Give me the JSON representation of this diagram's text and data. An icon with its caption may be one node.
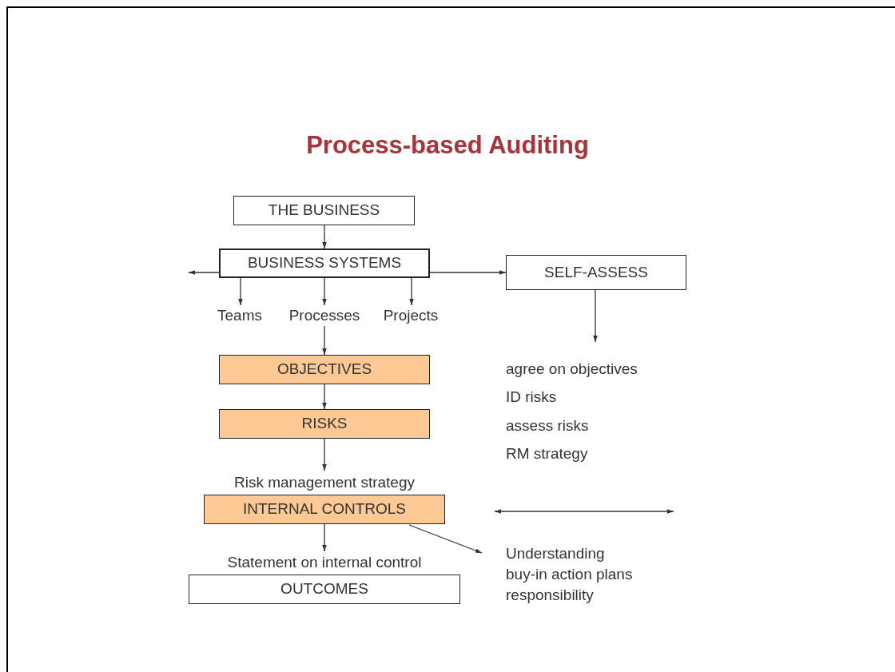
{
  "diagram": {
    "title": "Process-based Auditing",
    "nodes": [
      {
        "text": [
          "THE BUSINESS"
        ]
      },
      {
        "text": [
          "BUSINESS SYSTEMS"
        ]
      },
      {
        "text": [
          "SELF-ASSESS"
        ]
      },
      {
        "text": [
          "Teams"
        ]
      },
      {
        "text": [
          "Processes"
        ]
      },
      {
        "text": [
          "Projects"
        ]
      },
      {
        "text": [
          "OBJECTIVES"
        ]
      },
      {
        "text": [
          "agree on objectives",
          "ID risks",
          "assess risks",
          "RM strategy"
        ]
      },
      {
        "text": [
          "RISKS"
        ]
      },
      {
        "text": [
          "Risk management strategy"
        ]
      },
      {
        "text": [
          "INTERNAL CONTROLS"
        ]
      },
      {
        "text": [
          "Understanding",
          "buy-in action plans",
          "responsibility"
        ]
      },
      {
        "text": [
          "Statement on internal control"
        ]
      },
      {
        "text": [
          "OUTCOMES"
        ]
      }
    ],
    "edges": [
      {
        "from": 0,
        "to": 1,
        "arrow": "to"
      },
      {
        "from": 1,
        "to": null,
        "arrow": "to"
      },
      {
        "from": 1,
        "to": 2,
        "arrow": "to"
      },
      {
        "from": 1,
        "to": 3,
        "arrow": "to"
      },
      {
        "from": 1,
        "to": 4,
        "arrow": "to"
      },
      {
        "from": 1,
        "to": 5,
        "arrow": "to"
      },
      {
        "from": 4,
        "to": 6,
        "arrow": "to"
      },
      {
        "from": 2,
        "to": 7,
        "arrow": "to"
      },
      {
        "from": 6,
        "to": 8,
        "arrow": "to"
      },
      {
        "from": 8,
        "to": 9,
        "arrow": "to"
      },
      {
        "from": 10,
        "to": 11,
        "arrow": "to"
      },
      {
        "from": 10,
        "to": 12,
        "arrow": "to"
      }
    ]
  }
}
